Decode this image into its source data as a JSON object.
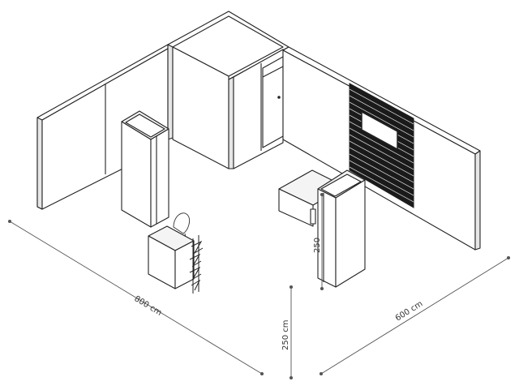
{
  "dimensions": {
    "width_label": "800 cm",
    "depth_label": "600 cm",
    "height_label": "250 cm",
    "counter_height_label": "250"
  },
  "colors": {
    "line": "#222222",
    "wall_face": "#ffffff",
    "wall_top": "#f2f2f2",
    "slat": "#1a1a1a",
    "dim_line": "#555555"
  }
}
